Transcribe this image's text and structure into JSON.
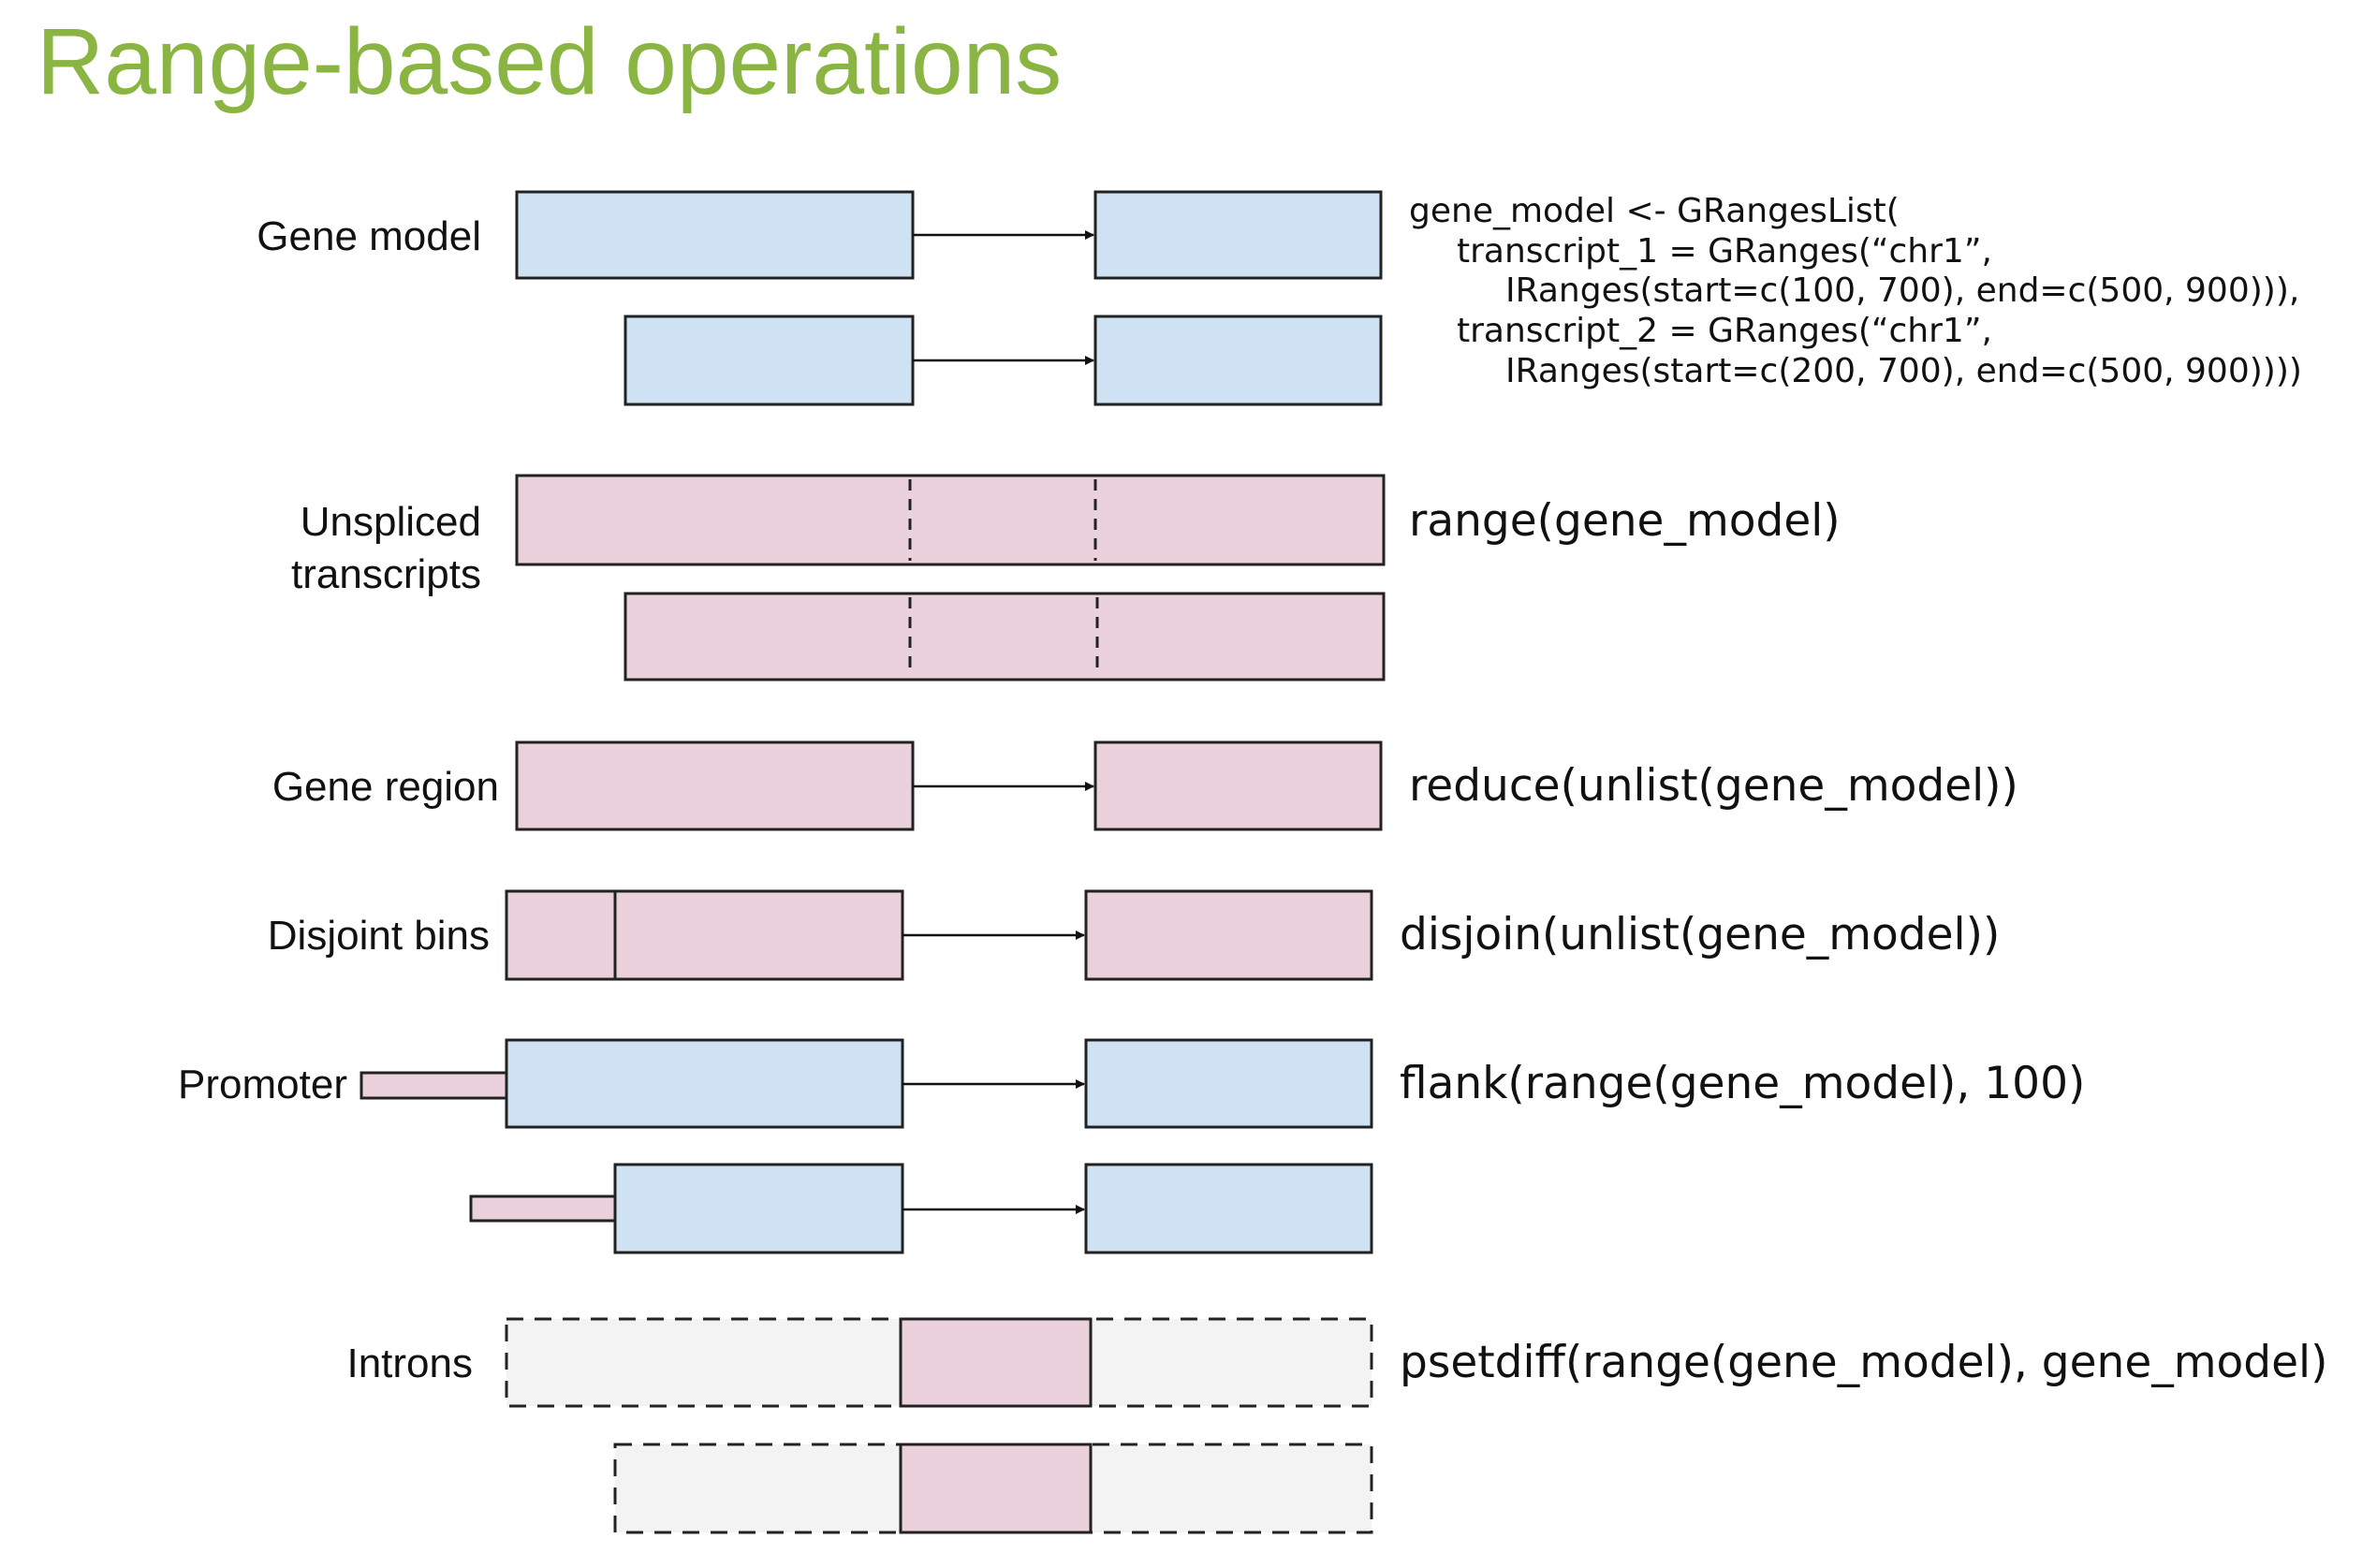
{
  "title": "Range-based operations",
  "colors": {
    "title": "#8bb543",
    "exon_blue": "#cfe2f3",
    "region_pink": "#ead1dc",
    "intron_gray": "#f3f3f3",
    "stroke": "#222222"
  },
  "rows": [
    {
      "label_lines": [
        "Gene model"
      ],
      "code_lines": [
        "gene_model <- GRangesList(",
        "    transcript_1 = GRanges(“chr1”,",
        "        IRanges(start=c(100, 700), end=c(500, 900))),",
        "    transcript_2 = GRanges(“chr1”,",
        "        IRanges(start=c(200, 700), end=c(500, 900))))"
      ]
    },
    {
      "label_lines": [
        "Unspliced",
        "transcripts"
      ],
      "code_lines": [
        "range(gene_model)"
      ]
    },
    {
      "label_lines": [
        "Gene region"
      ],
      "code_lines": [
        "reduce(unlist(gene_model))"
      ]
    },
    {
      "label_lines": [
        "Disjoint bins"
      ],
      "code_lines": [
        "disjoin(unlist(gene_model))"
      ]
    },
    {
      "label_lines": [
        "Promoter"
      ],
      "code_lines": [
        "flank(range(gene_model), 100)"
      ]
    },
    {
      "label_lines": [
        "Introns"
      ],
      "code_lines": [
        "psetdiff(range(gene_model), gene_model)"
      ]
    }
  ]
}
